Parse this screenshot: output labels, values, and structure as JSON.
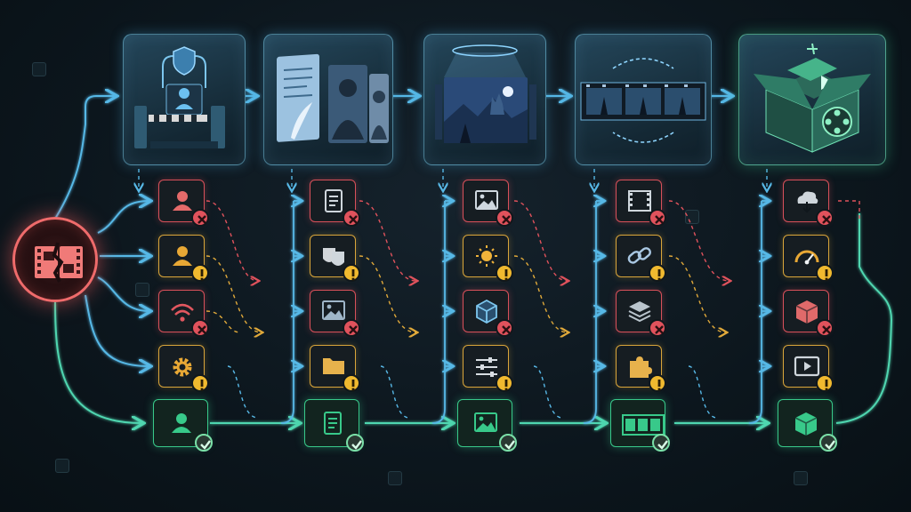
{
  "hub": {
    "icon": "broken-film-icon",
    "color": "#ef6b6b"
  },
  "stages": [
    {
      "id": "access",
      "icon": "gated-access-user-illustration"
    },
    {
      "id": "script",
      "icon": "script-and-character-portraits-illustration"
    },
    {
      "id": "scene",
      "icon": "projected-scene-landscape-illustration"
    },
    {
      "id": "sequence",
      "icon": "film-strip-cycle-illustration"
    },
    {
      "id": "package",
      "icon": "open-box-film-reel-illustration"
    }
  ],
  "columns": [
    {
      "nodes": [
        {
          "icon": "user-icon",
          "status": "error"
        },
        {
          "icon": "user-icon",
          "status": "warning"
        },
        {
          "icon": "wifi-icon",
          "status": "error"
        },
        {
          "icon": "gear-icon",
          "status": "warning"
        },
        {
          "icon": "user-icon",
          "status": "ok"
        }
      ]
    },
    {
      "nodes": [
        {
          "icon": "document-icon",
          "status": "error"
        },
        {
          "icon": "theater-masks-icon",
          "status": "warning"
        },
        {
          "icon": "image-icon",
          "status": "error"
        },
        {
          "icon": "folder-icon",
          "status": "warning"
        },
        {
          "icon": "document-icon",
          "status": "ok"
        }
      ]
    },
    {
      "nodes": [
        {
          "icon": "image-icon",
          "status": "error"
        },
        {
          "icon": "sun-icon",
          "status": "warning"
        },
        {
          "icon": "cube-icon",
          "status": "error"
        },
        {
          "icon": "sliders-icon",
          "status": "warning"
        },
        {
          "icon": "image-icon",
          "status": "ok"
        }
      ]
    },
    {
      "nodes": [
        {
          "icon": "film-frame-icon",
          "status": "error"
        },
        {
          "icon": "link-icon",
          "status": "warning"
        },
        {
          "icon": "layers-icon",
          "status": "error"
        },
        {
          "icon": "puzzle-icon",
          "status": "warning"
        },
        {
          "icon": "film-strip-icon",
          "status": "ok"
        }
      ]
    },
    {
      "nodes": [
        {
          "icon": "cloud-download-icon",
          "status": "error"
        },
        {
          "icon": "gauge-icon",
          "status": "warning"
        },
        {
          "icon": "box-icon",
          "status": "error"
        },
        {
          "icon": "video-play-icon",
          "status": "warning"
        },
        {
          "icon": "box-icon",
          "status": "ok"
        }
      ]
    }
  ],
  "colors": {
    "error": "#d8505a",
    "warning": "#d9a53a",
    "ok": "#38c98a",
    "flow": "#57b8e6",
    "success_flow": "#4fd6b0"
  }
}
